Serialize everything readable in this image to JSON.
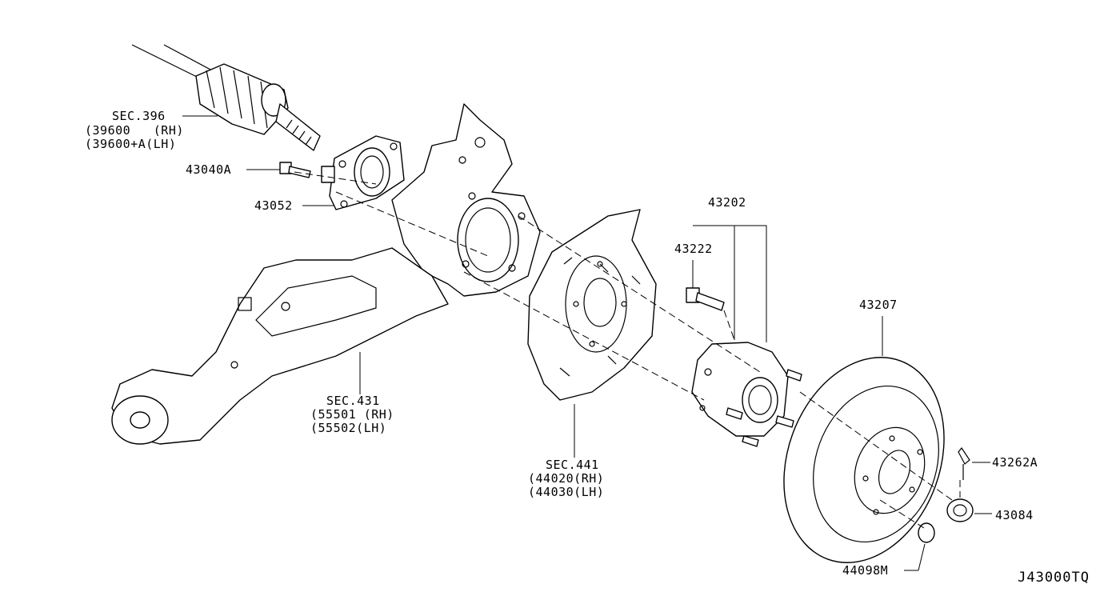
{
  "callouts": {
    "sec396": {
      "title": "SEC.396",
      "line1": "(39600   (RH)",
      "line2": "(39600+A(LH)"
    },
    "p43040a": "43040A",
    "p43052": "43052",
    "p43202": "43202",
    "p43222": "43222",
    "p43207": "43207",
    "sec431": {
      "title": "SEC.431",
      "line1": "(55501 (RH)",
      "line2": "(55502(LH)"
    },
    "sec441": {
      "title": "SEC.441",
      "line1": "(44020(RH)",
      "line2": "(44030(LH)"
    },
    "p43262a": "43262A",
    "p43084": "43084",
    "p44098m": "44098M"
  },
  "diagram_code": "J43000TQ"
}
